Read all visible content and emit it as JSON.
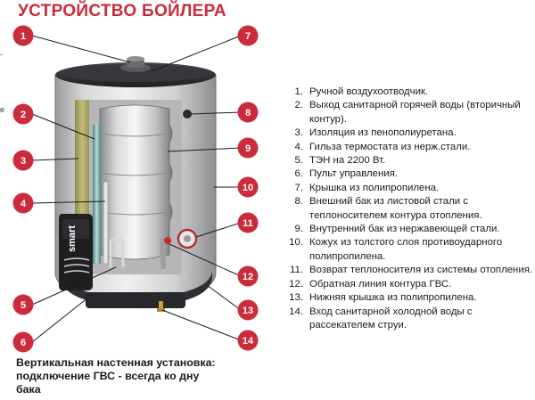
{
  "title": "УСТРОЙСТВО БОЙЛЕРА",
  "brand": "smart",
  "edge_marks": [
    "-",
    "e"
  ],
  "legend": [
    {
      "num": "1.",
      "text": "Ручной воздухоотводчик."
    },
    {
      "num": "2.",
      "text": "Выход санитарной горячей воды (вторичный контур)."
    },
    {
      "num": "3.",
      "text": "Изоляция из пенополиуретана."
    },
    {
      "num": "4.",
      "text": "Гильза термостата из нерж.стали."
    },
    {
      "num": "5.",
      "text": "ТЭН на 2200 Вт."
    },
    {
      "num": "6.",
      "text": "Пульт управления."
    },
    {
      "num": "7.",
      "text": "Крышка из полипропилена."
    },
    {
      "num": "8.",
      "text": "Внешний бак из листовой стали с теплоносителем контура отопления."
    },
    {
      "num": "9.",
      "text": "Внутренний бак из нержавеющей стали."
    },
    {
      "num": "10.",
      "text": "Кожух из толстого слоя противоударного полипропилена."
    },
    {
      "num": "11.",
      "text": "Возврат теплоносителя из системы отопления."
    },
    {
      "num": "12.",
      "text": "Обратная линия контура ГВС."
    },
    {
      "num": "13.",
      "text": "Нижняя крышка из полипропилена."
    },
    {
      "num": "14.",
      "text": "Вход санитарной холодной воды с рассекателем струи."
    }
  ],
  "badges": [
    "1",
    "2",
    "3",
    "4",
    "5",
    "6",
    "7",
    "8",
    "9",
    "10",
    "11",
    "12",
    "13",
    "14"
  ],
  "caption": {
    "line1": "Вертикальная настенная установка:",
    "line2": "подключение ГВС - всегда ко дну",
    "line3": "бака"
  },
  "colors": {
    "accent": "#cb2b3a",
    "casing": "#c9c9cb",
    "dark": "#2b2b2e"
  }
}
